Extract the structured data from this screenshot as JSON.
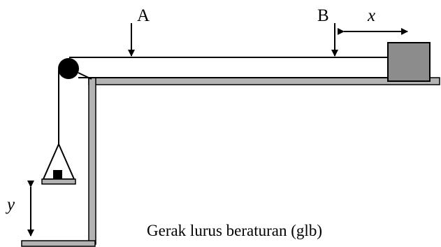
{
  "labels": {
    "a": "A",
    "b": "B",
    "x": "x",
    "y": "y"
  },
  "caption": "Gerak lurus beraturan (glb)",
  "colors": {
    "ink": "#000000",
    "surface_gray": "#b3b3b3",
    "block_gray": "#8c8c8c"
  }
}
